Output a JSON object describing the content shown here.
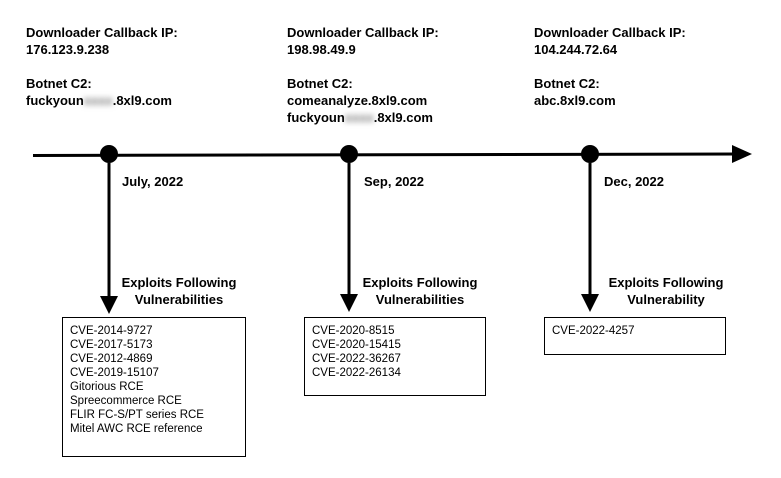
{
  "events": [
    {
      "callback_label": "Downloader Callback IP:",
      "callback_ip": "176.123.9.238",
      "c2_label": "Botnet C2:",
      "c2_lines": [
        {
          "pre": "fuckyoun",
          "blurred": "xxxx",
          "post": ".8xl9.com"
        }
      ],
      "date": "July, 2022",
      "exploit_label_1": "Exploits Following",
      "exploit_label_2": "Vulnerabilities",
      "items": [
        "CVE-2014-9727",
        "CVE-2017-5173",
        "CVE-2012-4869",
        "CVE-2019-15107",
        "Gitorious RCE",
        "Spreecommerce RCE",
        "FLIR FC-S/PT series RCE",
        "Mitel AWC RCE reference"
      ]
    },
    {
      "callback_label": "Downloader Callback IP:",
      "callback_ip": "198.98.49.9",
      "c2_label": "Botnet C2:",
      "c2_lines": [
        {
          "pre": "comeanalyze.8xl9.com",
          "blurred": "",
          "post": ""
        },
        {
          "pre": "fuckyoun",
          "blurred": "xxxx",
          "post": ".8xl9.com"
        }
      ],
      "date": "Sep, 2022",
      "exploit_label_1": "Exploits Following",
      "exploit_label_2": "Vulnerabilities",
      "items": [
        "CVE-2020-8515",
        "CVE-2020-15415",
        "CVE-2022-36267",
        "CVE-2022-26134"
      ]
    },
    {
      "callback_label": "Downloader Callback IP:",
      "callback_ip": "104.244.72.64",
      "c2_label": "Botnet C2:",
      "c2_lines": [
        {
          "pre": "abc.8xl9.com",
          "blurred": "",
          "post": ""
        }
      ],
      "date": "Dec, 2022",
      "exploit_label_1": "Exploits Following",
      "exploit_label_2": "Vulnerability",
      "items": [
        "CVE-2022-4257"
      ]
    }
  ]
}
